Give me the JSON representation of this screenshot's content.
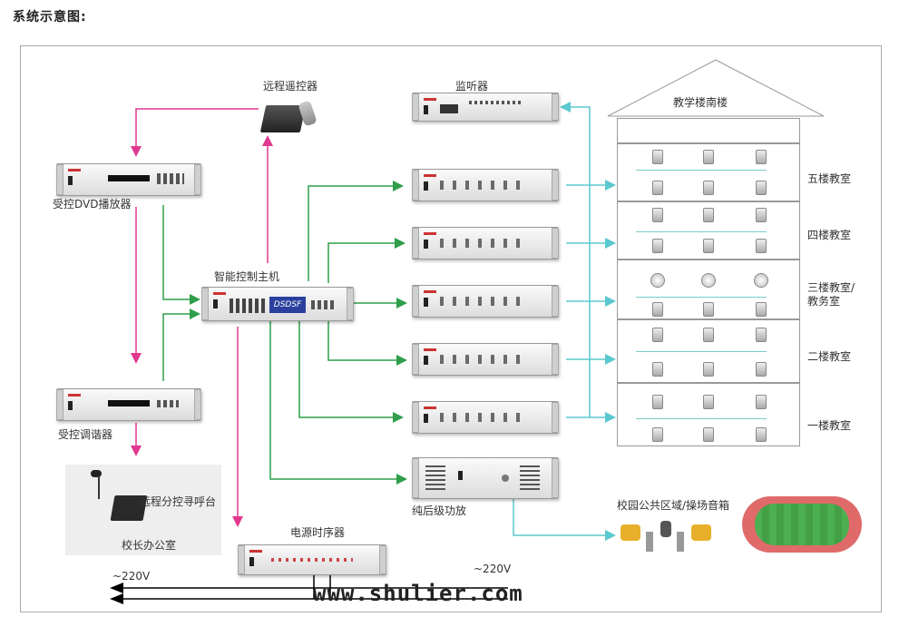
{
  "title": "系统示意图:",
  "labels": {
    "remote_controller": "远程遥控器",
    "dvd": "受控DVD播放器",
    "host": "智能控制主机",
    "host_display": "DSDSF",
    "tuner": "受控调谐器",
    "paging": "远程分控寻呼台",
    "office": "校长办公室",
    "monitor": "监听器",
    "power_amp": "纯后级功放",
    "sequencer": "电源时序器",
    "building": "教学楼南楼",
    "floor5": "五楼教室",
    "floor4": "四楼教室",
    "floor3": "三楼教室/\n教务室",
    "floor2": "二楼教室",
    "floor1": "一楼教室",
    "outdoor": "校园公共区域/操场音箱",
    "voltage_left": "~220V",
    "voltage_right": "~220V"
  },
  "watermark": "www.shulier.com",
  "colors": {
    "magenta": "#e0388f",
    "green": "#2e9e4a",
    "cyan": "#5bc8cf",
    "black": "#000000"
  }
}
